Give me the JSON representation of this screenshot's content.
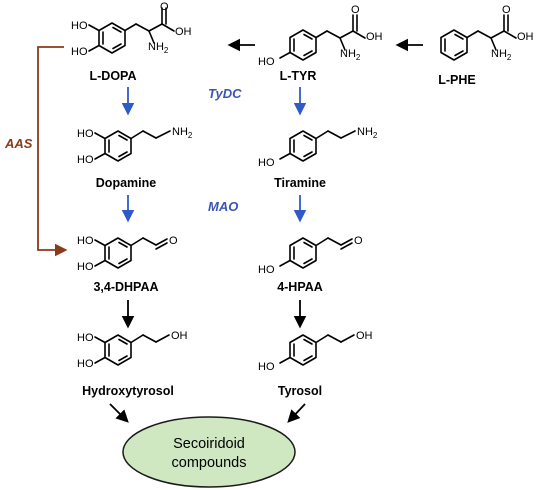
{
  "compounds": {
    "ldopa": "L-DOPA",
    "ltyr": "L-TYR",
    "lphe": "L-PHE",
    "dopamine": "Dopamine",
    "tiramine": "Tiramine",
    "dhpaa": "3,4-DHPAA",
    "hpaa": "4-HPAA",
    "hydroxytyrosol": "Hydroxytyrosol",
    "tyrosol": "Tyrosol"
  },
  "enzymes": {
    "tydc": "TyDC",
    "mao": "MAO",
    "aas": "AAS"
  },
  "final_product": {
    "line1": "Secoiridoid",
    "line2": "compounds"
  },
  "atoms": {
    "ho": "HO",
    "oh": "OH",
    "nh": "NH",
    "two": "2",
    "o": "O"
  },
  "colors": {
    "tydc": "#3a55b4",
    "mao": "#3a55b4",
    "aas": "#8b3a1c",
    "blue_arrow": "#2e5bc8",
    "aas_arrow": "#8b3a1c",
    "ellipse_fill": "#cfe8c2",
    "ellipse_stroke": "#1a1a1a"
  }
}
